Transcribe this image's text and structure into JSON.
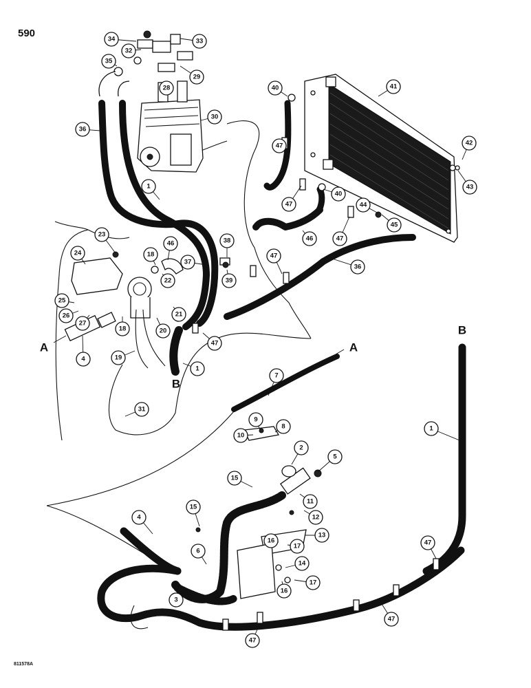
{
  "page_number": "590",
  "figure_code": "811578A",
  "break_letters": {
    "a": "A",
    "b": "B"
  },
  "callouts": [
    "1",
    "2",
    "3",
    "4",
    "5",
    "6",
    "7",
    "8",
    "9",
    "10",
    "11",
    "12",
    "13",
    "14",
    "15",
    "16",
    "17",
    "18",
    "19",
    "20",
    "21",
    "22",
    "23",
    "24",
    "25",
    "26",
    "27",
    "28",
    "29",
    "30",
    "31",
    "32",
    "33",
    "34",
    "35",
    "36",
    "37",
    "38",
    "39",
    "40",
    "41",
    "42",
    "43",
    "44",
    "45",
    "46",
    "47"
  ]
}
